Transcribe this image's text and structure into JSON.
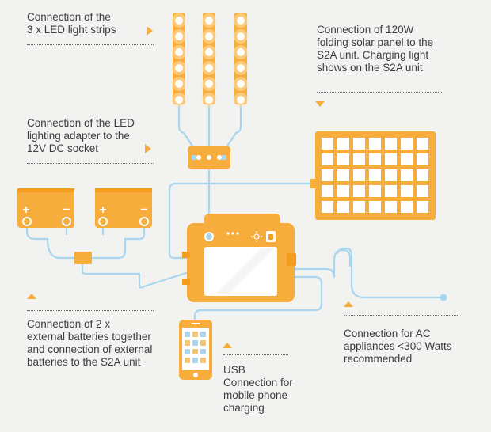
{
  "colors": {
    "orange": "#f7ad3c",
    "orange_dark": "#f39c1e",
    "cable": "#a9d6ef",
    "text": "#3c3c3c",
    "background": "#f2f2f1"
  },
  "labels": {
    "led_strips": "Connection of the\n3 x LED light strips",
    "led_adapter": "Connection of the LED\nlighting adapter to the\n12V DC socket",
    "solar_panel": "Connection of 120W\nfolding solar panel to the\nS2A unit. Charging light\nshows on the S2A unit",
    "batteries": "Connection of 2 x\nexternal batteries together\nand connection of external\nbatteries to the S2A unit",
    "ac": "Connection for AC\nappliances <300 Watts\nrecommended",
    "usb": "USB\nConnection for\nmobile phone\ncharging"
  },
  "battery_terminals": {
    "plus": "+",
    "minus": "−"
  },
  "icons": {
    "arrow": "triangle-pointer-icon",
    "led_strip": "led-strip-icon",
    "adapter": "led-adapter-icon",
    "solar": "solar-panel-icon",
    "battery": "battery-icon",
    "unit": "s2a-unit-icon",
    "phone": "mobile-phone-icon",
    "plug": "ac-plug-icon"
  }
}
